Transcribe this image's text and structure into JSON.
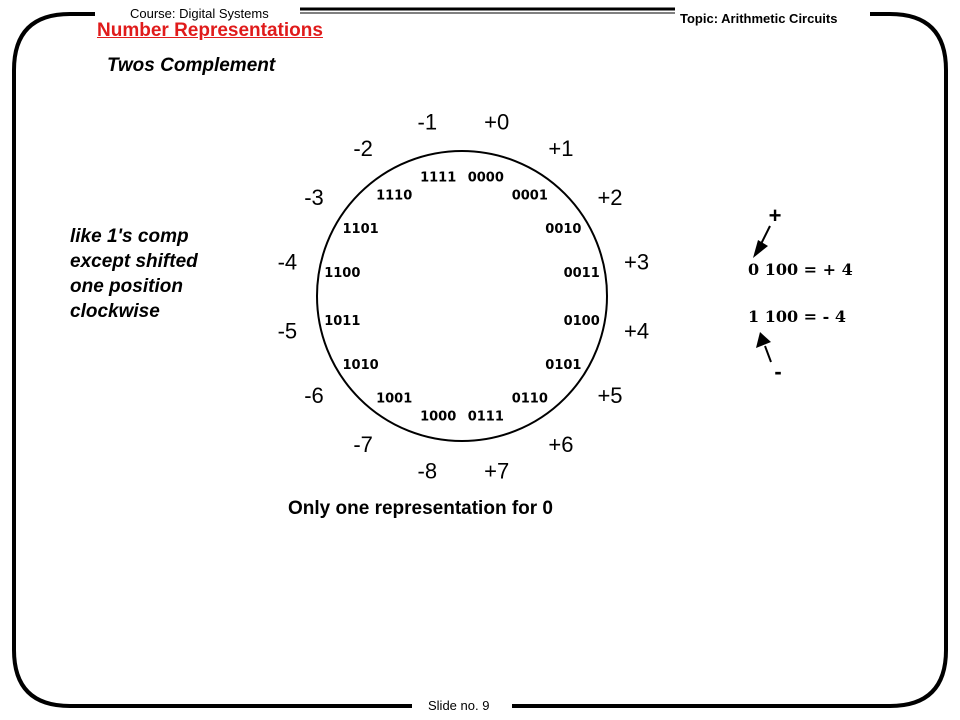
{
  "header": {
    "course": "Course: Digital Systems",
    "topic": "Topic: Arithmetic Circuits",
    "title": "Number Representations",
    "subtitle": "Twos Complement"
  },
  "note_lines": [
    "like 1's comp",
    "except shifted",
    "one position",
    "clockwise"
  ],
  "wheel": [
    {
      "outer": "+0",
      "inner": "0000"
    },
    {
      "outer": "+1",
      "inner": "0001"
    },
    {
      "outer": "+2",
      "inner": "0010"
    },
    {
      "outer": "+3",
      "inner": "0011"
    },
    {
      "outer": "+4",
      "inner": "0100"
    },
    {
      "outer": "+5",
      "inner": "0101"
    },
    {
      "outer": "+6",
      "inner": "0110"
    },
    {
      "outer": "+7",
      "inner": "0111"
    },
    {
      "outer": "-8",
      "inner": "1000"
    },
    {
      "outer": "-7",
      "inner": "1001"
    },
    {
      "outer": "-6",
      "inner": "1010"
    },
    {
      "outer": "-5",
      "inner": "1011"
    },
    {
      "outer": "-4",
      "inner": "1100"
    },
    {
      "outer": "-3",
      "inner": "1101"
    },
    {
      "outer": "-2",
      "inner": "1110"
    },
    {
      "outer": "-1",
      "inner": "1111"
    }
  ],
  "sign_demo": {
    "plus_sign": "+",
    "minus_sign": "-",
    "row_pos": "0 100 = + 4",
    "row_neg": "1 100 = - 4"
  },
  "caption": "Only one representation for 0",
  "footer": {
    "slide_no": "Slide no. 9"
  },
  "colors": {
    "title": "#e01b1b",
    "frame": "#000000"
  }
}
